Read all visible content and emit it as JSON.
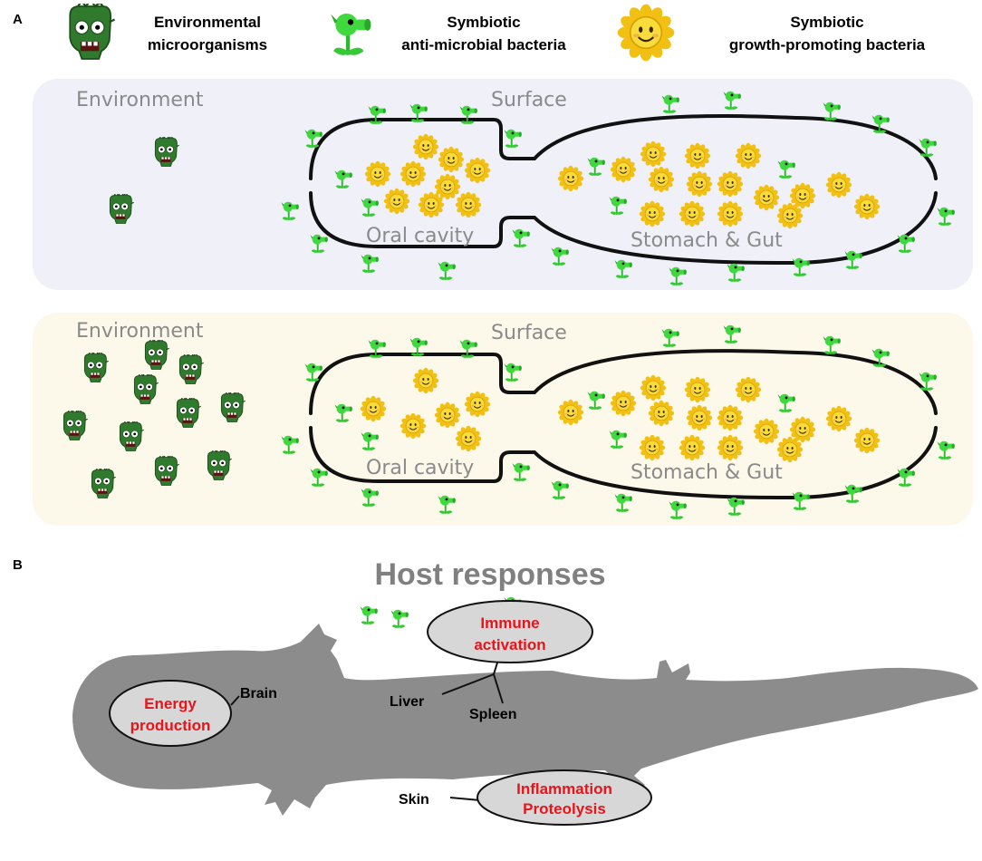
{
  "panels": {
    "a_label": "A",
    "b_label": "B"
  },
  "legend": {
    "zombie_text_1": "Environmental",
    "zombie_text_2": "microorganisms",
    "peashooter_text_1": "Symbiotic",
    "peashooter_text_2": "anti-microbial bacteria",
    "sunflower_text_1": "Symbiotic",
    "sunflower_text_2": "growth-promoting bacteria"
  },
  "scene_top": {
    "environment": "Environment",
    "surface": "Surface",
    "oral": "Oral cavity",
    "gut": "Stomach & Gut",
    "background_color": "#eff0f8"
  },
  "scene_bottom": {
    "environment": "Environment",
    "surface": "Surface",
    "oral": "Oral cavity",
    "gut": "Stomach & Gut",
    "background_color": "#fcf8ea"
  },
  "host": {
    "title": "Host responses",
    "brain": "Brain",
    "liver": "Liver",
    "spleen": "Spleen",
    "skin": "Skin",
    "energy_1": "Energy",
    "energy_2": "production",
    "immune_1": "Immune",
    "immune_2": "activation",
    "inflam_1": "Inflammation",
    "inflam_2": "Proteolysis",
    "silhouette_color": "#8c8c8c",
    "response_color": "#e8141b"
  },
  "icons": {
    "zombie": "zombie-icon",
    "peashooter": "peashooter-icon",
    "sunflower": "sunflower-icon"
  }
}
